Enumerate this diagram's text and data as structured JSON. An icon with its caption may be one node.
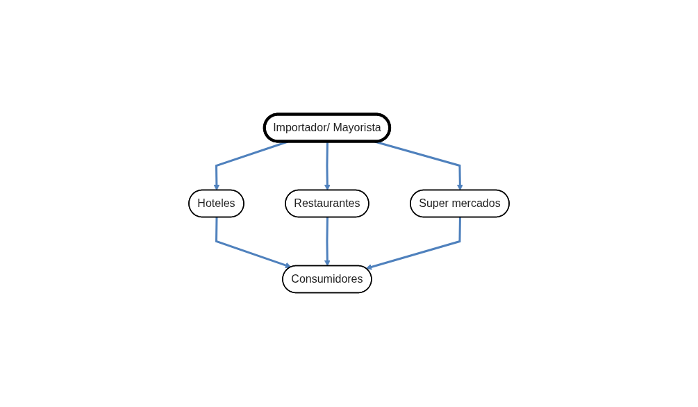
{
  "diagram": {
    "nodes": [
      {
        "text": [
          "Importador/ Mayorista"
        ]
      },
      {
        "text": [
          "Hoteles"
        ]
      },
      {
        "text": [
          "Restaurantes"
        ]
      },
      {
        "text": [
          "Super mercados"
        ]
      },
      {
        "text": [
          "Consumidores"
        ]
      }
    ],
    "edges": [
      {
        "from": 0,
        "to": 1,
        "arrow": "to"
      },
      {
        "from": 0,
        "to": 2,
        "arrow": "to"
      },
      {
        "from": 0,
        "to": 3,
        "arrow": "to"
      },
      {
        "from": 1,
        "to": 4,
        "arrow": "to"
      },
      {
        "from": 2,
        "to": 4,
        "arrow": "to"
      },
      {
        "from": 3,
        "to": 4,
        "arrow": "to"
      }
    ]
  }
}
